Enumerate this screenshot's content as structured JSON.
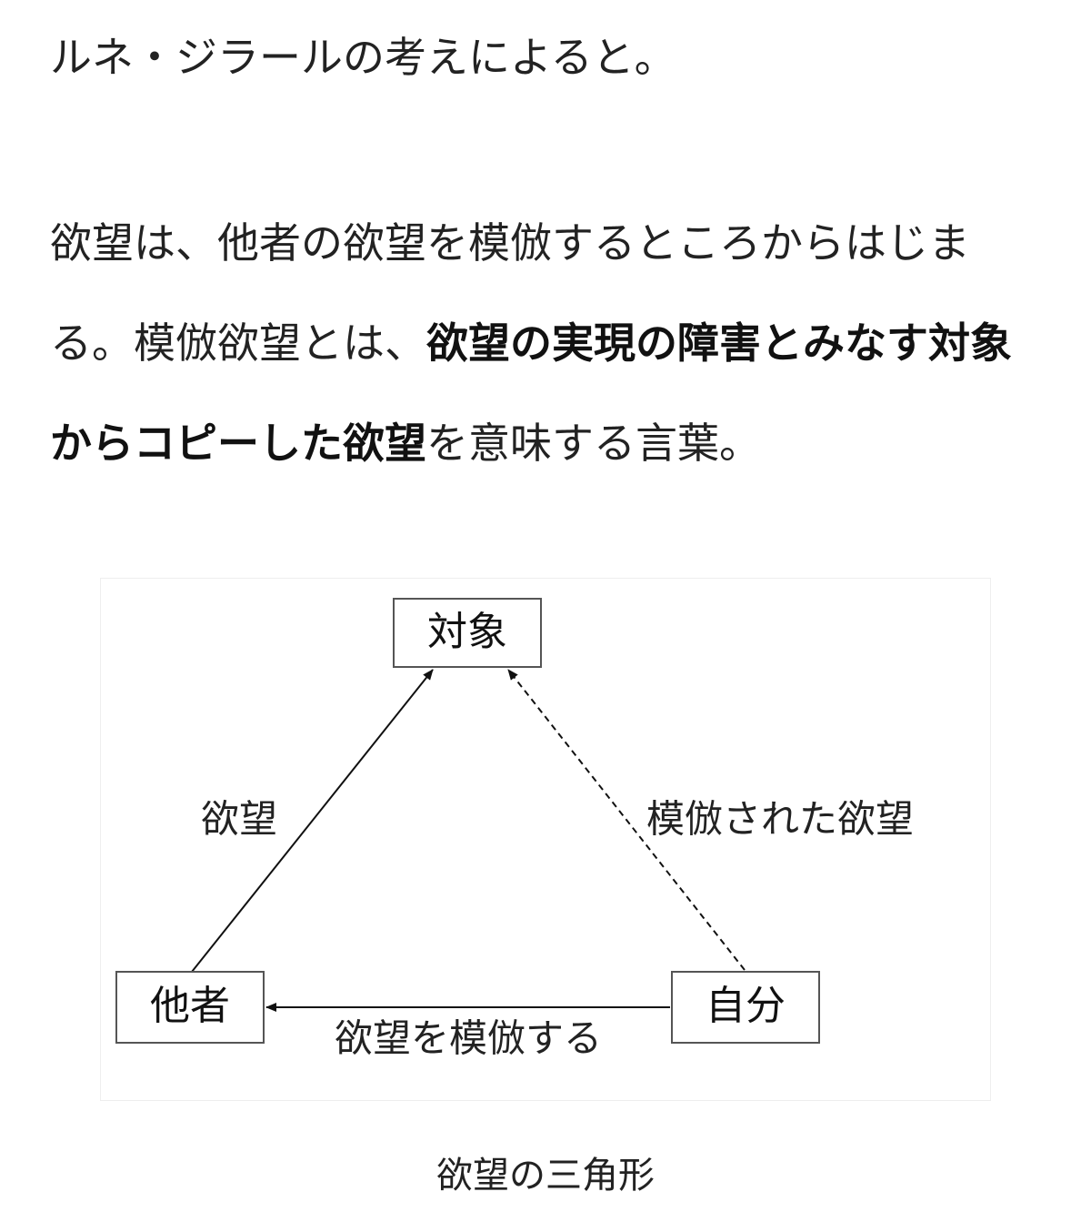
{
  "article": {
    "intro": "ルネ・ジラールの考えによると。",
    "paragraph": {
      "part1": "欲望は、他者の欲望を模倣するところからはじまる。模倣欲望とは、",
      "bold": "欲望の実現の障害とみなす対象からコピーした欲望",
      "part2": "を意味する言葉。"
    },
    "figure": {
      "nodes": {
        "object": "対象",
        "other": "他者",
        "self": "自分"
      },
      "edges": {
        "other_to_object": "欲望",
        "self_to_object": "模倣された欲望",
        "self_to_other": "欲望を模倣する"
      }
    },
    "caption": "欲望の三角形"
  }
}
